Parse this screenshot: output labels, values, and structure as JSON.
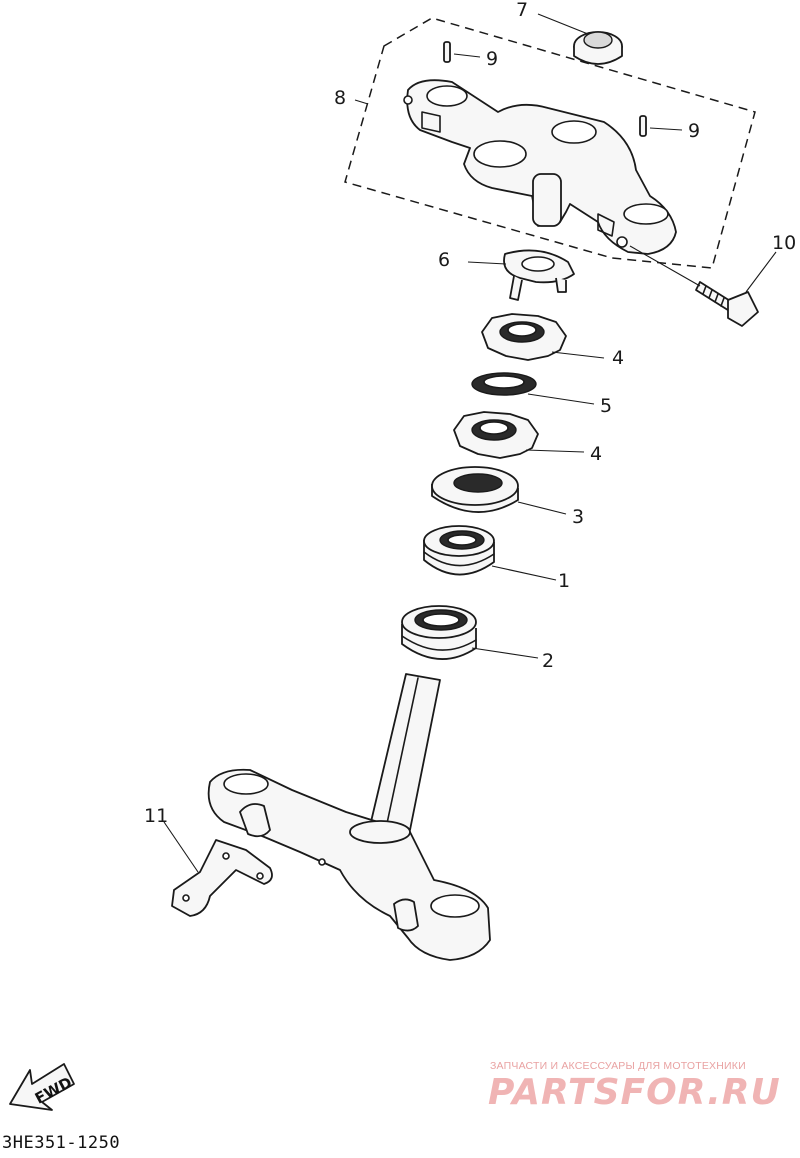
{
  "callouts": {
    "c1": "1",
    "c2": "2",
    "c3": "3",
    "c4a": "4",
    "c4b": "4",
    "c5": "5",
    "c6": "6",
    "c7": "7",
    "c8": "8",
    "c9a": "9",
    "c9b": "9",
    "c10": "10",
    "c11": "11"
  },
  "fwd_label": "FWD",
  "diagram_code": "3HE351-1250",
  "watermark": {
    "tagline": "ЗАПЧАСТИ И АКСЕССУАРЫ ДЛЯ МОТОТЕХНИКИ",
    "brand": "PARTSFOR.RU"
  }
}
